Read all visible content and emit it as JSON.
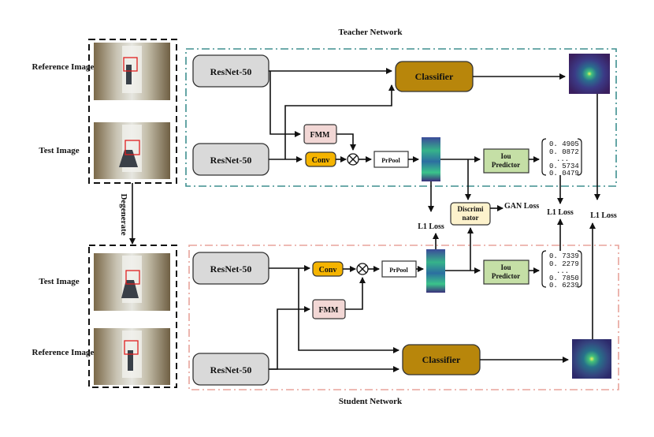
{
  "titles": {
    "teacher": "Teacher Network",
    "student": "Student Network"
  },
  "images": {
    "teacher_reference": "Reference Image",
    "teacher_test": "Test Image",
    "student_test": "Test Image",
    "student_reference": "Reference Image",
    "degenerate": "Degenerate"
  },
  "blocks": {
    "resnet": "ResNet-50",
    "classifier": "Classifier",
    "fmm": "FMM",
    "conv": "Conv",
    "prpool": "PrPool",
    "iou_line1": "Iou",
    "iou_line2": "Predictor",
    "disc_line1": "Discrimi",
    "disc_line2": "nator"
  },
  "losses": {
    "l1": "L1 Loss",
    "gan": "GAN Loss"
  },
  "teacher_scores": [
    "0. 4905",
    "0. 0872",
    "...",
    "0. 5734",
    "0. 0479"
  ],
  "student_scores": [
    "0. 7339",
    "0. 2279",
    "...",
    "0. 7850",
    "0. 6239"
  ],
  "colors": {
    "teacher_border": "#3f8f8f",
    "student_border": "#e8a39b",
    "resnet_fill": "#d9d9d9",
    "classifier_fill": "#b8860b",
    "fmm_fill": "#f2d7d5",
    "conv_fill": "#f5b400",
    "iou_fill": "#c5dfa6",
    "disc_fill": "#fdf2cc"
  }
}
